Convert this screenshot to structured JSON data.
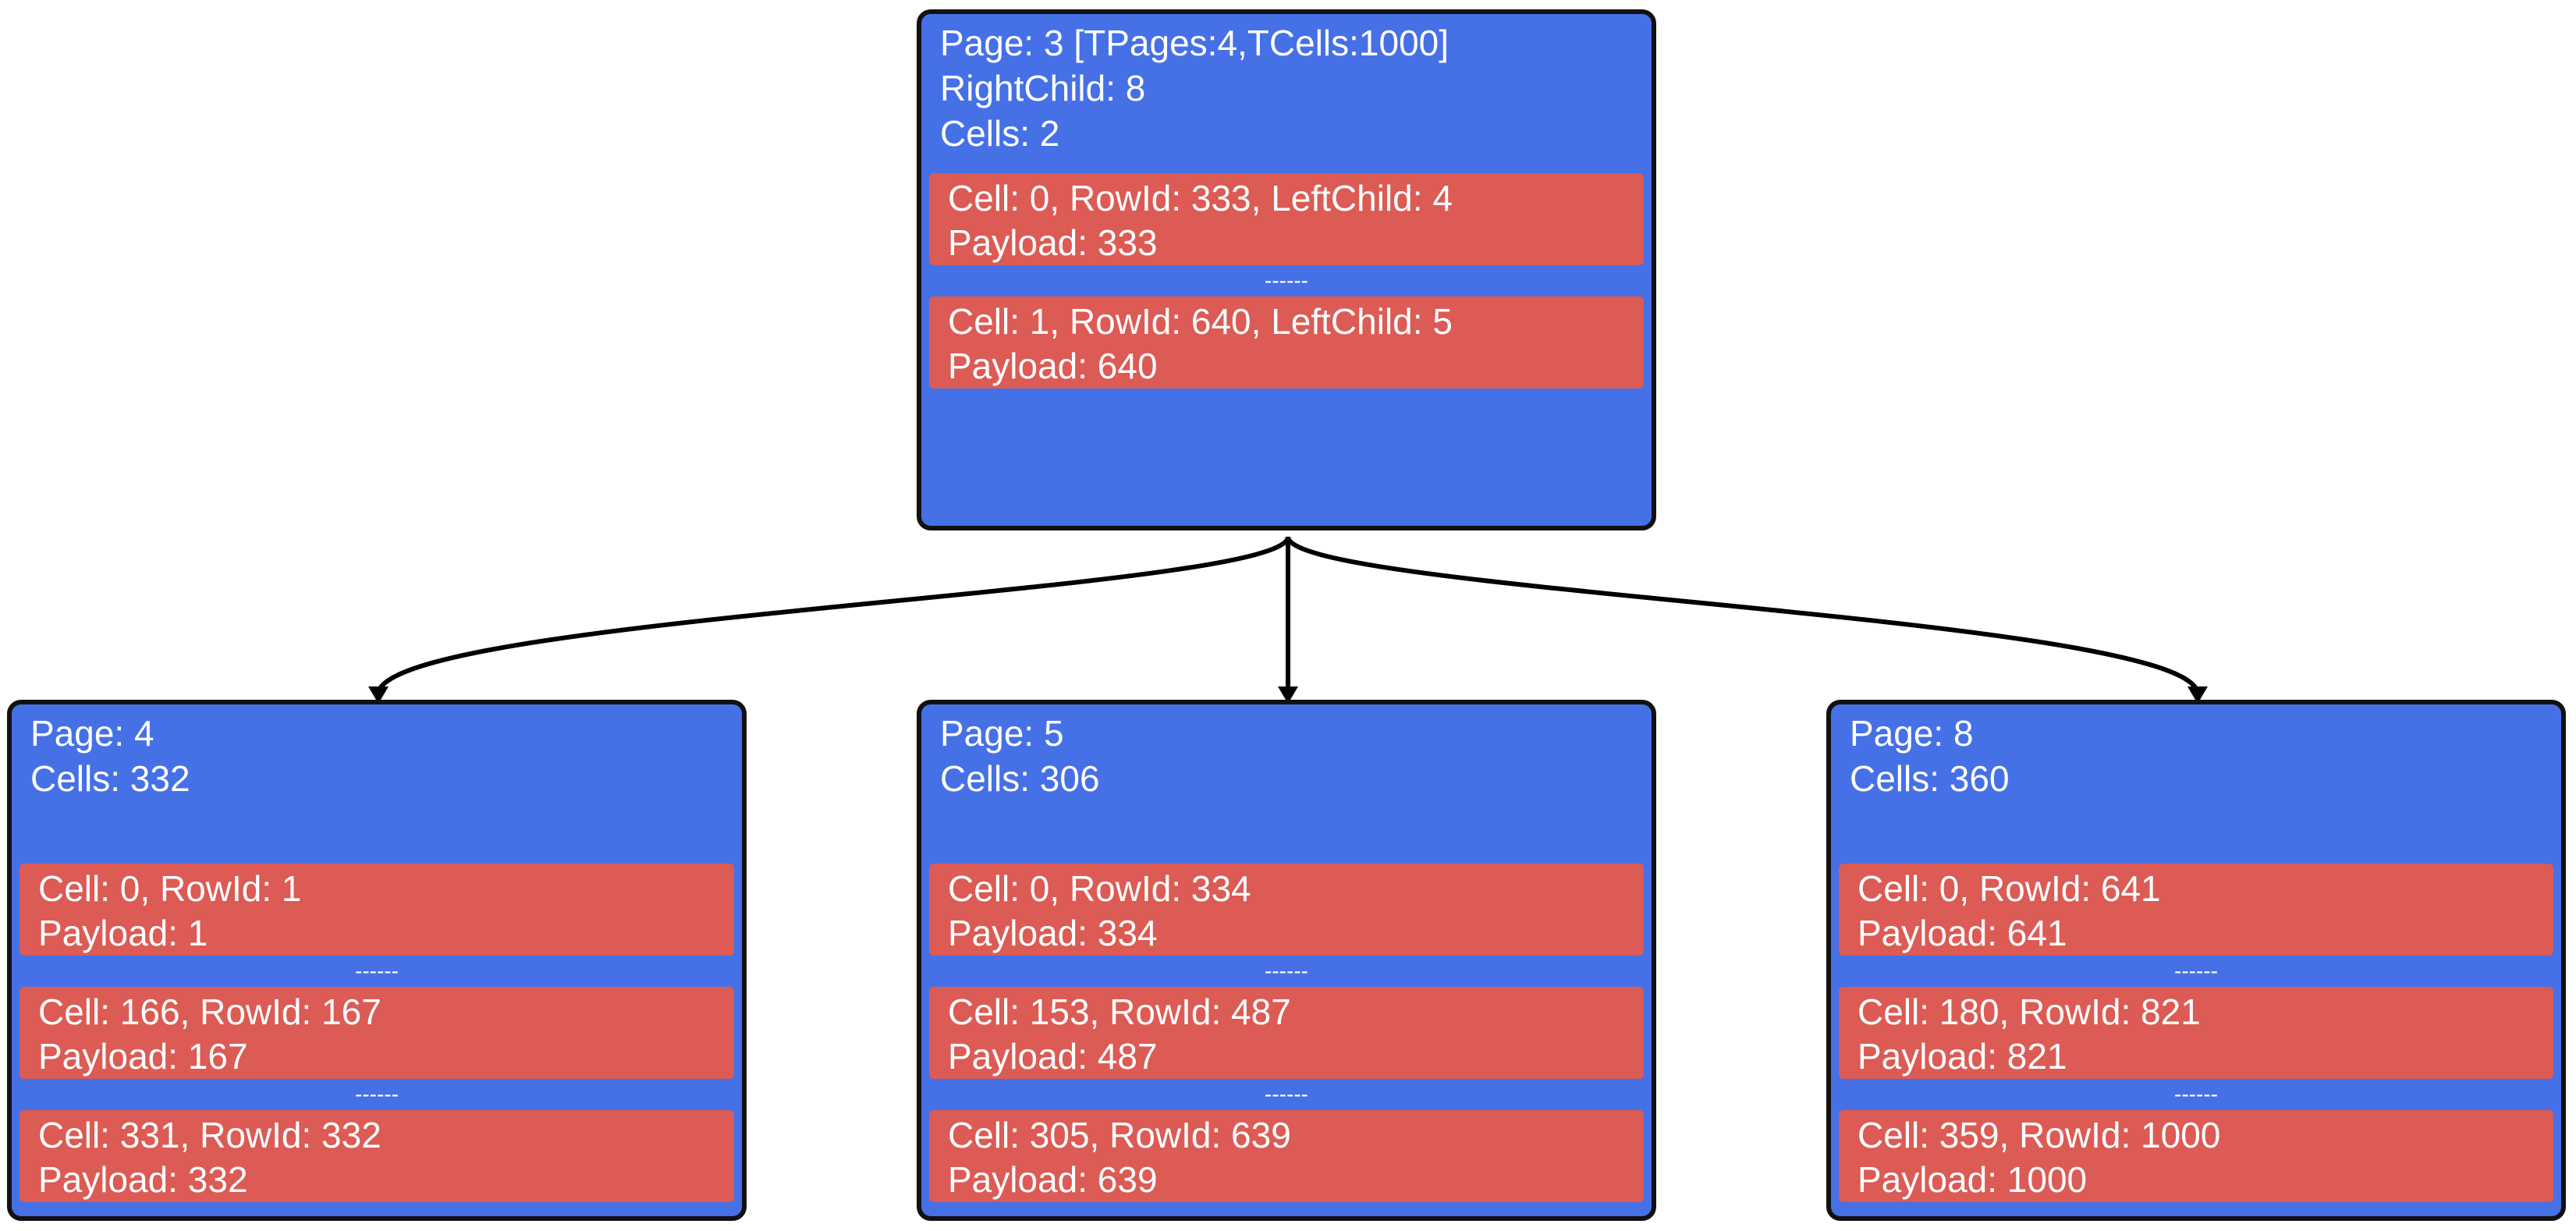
{
  "diagram": {
    "root": {
      "lines": [
        "Page: 3 [TPages:4,TCells:1000]",
        "RightChild: 8",
        "Cells: 2"
      ],
      "cells": [
        {
          "line1": "Cell: 0, RowId: 333, LeftChild: 4",
          "line2": "Payload: 333"
        },
        {
          "line1": "Cell: 1, RowId: 640, LeftChild: 5",
          "line2": "Payload: 640"
        }
      ],
      "separators": [
        "------"
      ]
    },
    "leaves": [
      {
        "lines": [
          "Page: 4",
          "Cells: 332"
        ],
        "cells": [
          {
            "line1": "Cell: 0, RowId: 1",
            "line2": "Payload: 1"
          },
          {
            "line1": "Cell: 166, RowId: 167",
            "line2": "Payload: 167"
          },
          {
            "line1": "Cell: 331, RowId: 332",
            "line2": "Payload: 332"
          }
        ],
        "separators": [
          "------",
          "------"
        ]
      },
      {
        "lines": [
          "Page: 5",
          "Cells: 306"
        ],
        "cells": [
          {
            "line1": "Cell: 0, RowId: 334",
            "line2": "Payload: 334"
          },
          {
            "line1": "Cell: 153, RowId: 487",
            "line2": "Payload: 487"
          },
          {
            "line1": "Cell: 305, RowId: 639",
            "line2": "Payload: 639"
          }
        ],
        "separators": [
          "------",
          "------"
        ]
      },
      {
        "lines": [
          "Page: 8",
          "Cells: 360"
        ],
        "cells": [
          {
            "line1": "Cell: 0, RowId: 641",
            "line2": "Payload: 641"
          },
          {
            "line1": "Cell: 180, RowId: 821",
            "line2": "Payload: 821"
          },
          {
            "line1": "Cell: 359, RowId: 1000",
            "line2": "Payload: 1000"
          }
        ],
        "separators": [
          "------",
          "------"
        ]
      }
    ],
    "colors": {
      "node_fill": "#4670e6",
      "cell_fill": "#dc5b55",
      "border": "#111111",
      "text": "#ffffff"
    }
  }
}
